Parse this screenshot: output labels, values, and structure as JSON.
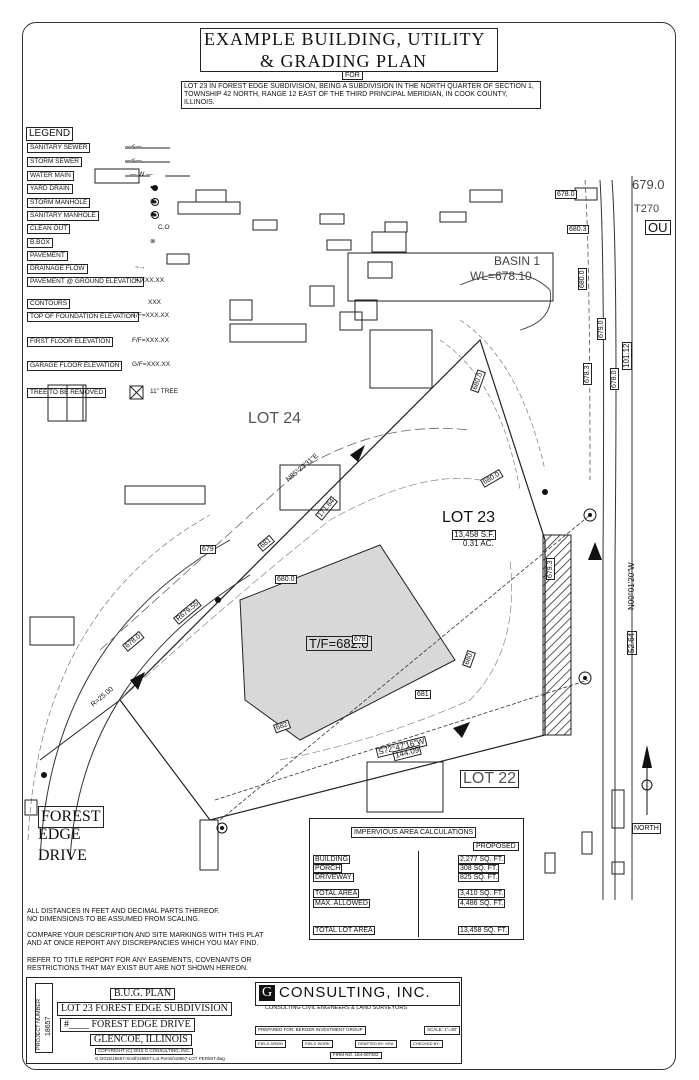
{
  "title": {
    "line1": "EXAMPLE BUILDING, UTILITY",
    "line2": "& GRADING PLAN",
    "for": "FOR",
    "description": "LOT 23 IN FOREST EDGE SUBDIVISION, BEING A SUBDIVISION IN THE NORTH QUARTER OF SECTION 1, TOWNSHIP 42 NORTH, RANGE 12 EAST OF THE THIRD PRINCIPAL MERIDIAN, IN COOK COUNTY, ILLINOIS."
  },
  "legend": {
    "heading": "LEGEND",
    "items": [
      {
        "label": "SANITARY SEWER",
        "symbol": "—<—"
      },
      {
        "label": "STORM SEWER",
        "symbol": "—<—"
      },
      {
        "label": "WATER MAIN",
        "symbol": "— W —"
      },
      {
        "label": "YARD DRAIN",
        "symbol": "●"
      },
      {
        "label": "STORM MANHOLE",
        "symbol": "◉"
      },
      {
        "label": "SANITARY MANHOLE",
        "symbol": "◉"
      },
      {
        "label": "CLEAN OUT",
        "symbol": "C.O"
      },
      {
        "label": "B.BOX",
        "symbol": "⊗"
      },
      {
        "label": "PAVEMENT",
        "symbol": ""
      },
      {
        "label": "DRAINAGE FLOW",
        "symbol": "~→"
      },
      {
        "label": "PAVEMENT @ GROUND ELEVATION",
        "symbol": "× XXX.XX"
      },
      {
        "label": "CONTOURS",
        "symbol": "XXX"
      },
      {
        "label": "TOP OF FOUNDATION ELEVATION",
        "symbol": "T/F=XXX.XX"
      },
      {
        "label": "FIRST FLOOR ELEVATION",
        "symbol": "F/F=XXX.XX"
      },
      {
        "label": "GARAGE FLOOR ELEVATION",
        "symbol": "G/F=XXX.XX"
      },
      {
        "label": "TREE TO BE REMOVED",
        "symbol": "11\" TREE"
      }
    ]
  },
  "plan": {
    "lot24": "LOT 24",
    "lot23": "LOT 23",
    "lot23_area_sf": "13,458 S.F.",
    "lot23_area_ac": "0.31 AC.",
    "lot22": "LOT 22",
    "tf": "T/F=682.0",
    "basin": "BASIN 1",
    "basin_level": "WL=678.10",
    "street": [
      "FOREST",
      "EDGE",
      "DRIVE"
    ],
    "north": "NORTH",
    "bearing_top": "N85°23'31\"E",
    "bearing_bottom": "S72°47'16\"W",
    "bearing_right": "N00°01'20\"W",
    "dist_top": "171.84",
    "dist_bottom": "144.09",
    "dist_right": "52.64",
    "dist_right2": "101.12",
    "curve": "R=25.00",
    "radius": "R679.55",
    "corner_top_right": "679.0",
    "corner_code": "T270",
    "corner_ou": "OU",
    "elev_labels": [
      "678.0",
      "680.3",
      "680.0",
      "679.0",
      "678.0",
      "680.0",
      "681",
      "680.0",
      "678.0",
      "680.0",
      "682",
      "679",
      "678",
      "681",
      "680",
      "679.3",
      "678.3"
    ]
  },
  "impervious": {
    "title": "IMPERVIOUS AREA CALCULATIONS",
    "proposed": "PROPOSED",
    "rows": [
      {
        "label": "BUILDING",
        "value": "2,277 SQ. FT."
      },
      {
        "label": "PORCH",
        "value": "308 SQ. FT."
      },
      {
        "label": "DRIVEWAY",
        "value": "825 SQ. FT."
      },
      {
        "label": "TOTAL AREA",
        "value": "3,410 SQ. FT."
      },
      {
        "label": "MAX. ALLOWED",
        "value": "4,486 SQ. FT."
      },
      {
        "label": "TOTAL LOT AREA",
        "value": "13,458 SQ. FT."
      }
    ]
  },
  "notes": [
    "ALL DISTANCES IN FEET AND DECIMAL PARTS THEREOF.",
    "NO DIMENSIONS TO BE ASSUMED FROM SCALING.",
    "COMPARE YOUR DESCRIPTION AND SITE MARKINGS WITH THIS PLAT",
    "AND AT ONCE REPORT ANY DISCREPANCIES WHICH YOU MAY FIND.",
    "REFER TO TITLE REPORT FOR ANY EASEMENTS, COVENANTS OR",
    "RESTRICTIONS THAT MAY EXIST BUT ARE NOT SHOWN HEREON."
  ],
  "titleblock": {
    "project_number_label": "PROJECT NUMBER",
    "project_number": "18657",
    "plan_name": "B.U.G. PLAN",
    "subdivision": "LOT 23 FOREST EDGE SUBDIVISION",
    "address": "#____ FOREST EDGE DRIVE",
    "city": "GLENCOE, ILLINOIS",
    "copyright": "COPYRIGHT (C) 2015 G CONSULTING, INC.",
    "file_path": "G:\\2015\\18657-Smith\\18657-Lot Permit\\18657-LOT PERMIT.dwg",
    "company": "CONSULTING, INC.",
    "company_sub": "CONSULTING CIVIL ENGINEERS & LAND SURVEYORS",
    "prepared_for": "PREPARED FOR: BERGER INVESTMENT GROUP",
    "scale": "SCALE: 1\"=30'",
    "field_drwn": "FIELD DRWN",
    "field_work": "FIELD WORK",
    "drafted_by": "DRAFTED BY: KRA",
    "checked_by": "CHECKED BY:",
    "firm_no": "FIRM NO. 184-007302"
  }
}
